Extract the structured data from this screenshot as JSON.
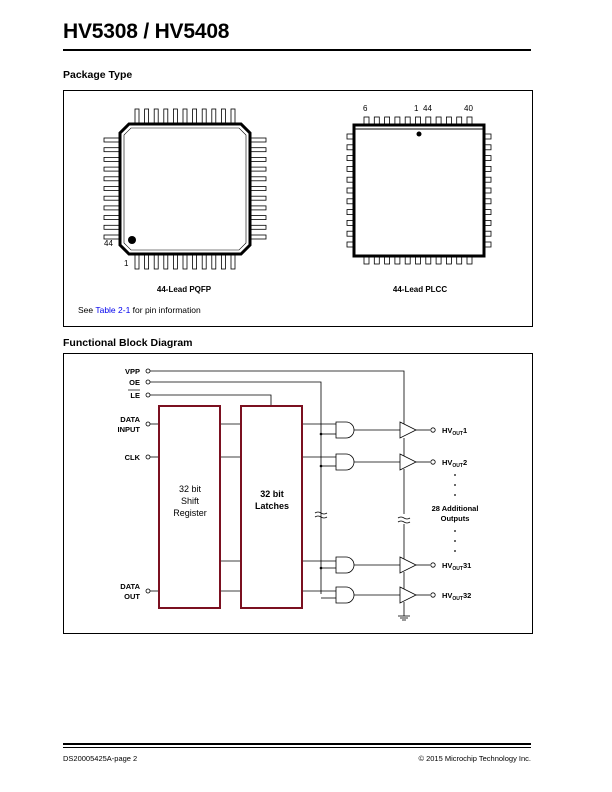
{
  "header": {
    "title": "HV5308 / HV5408"
  },
  "package_type": {
    "heading": "Package Type",
    "pqfp": {
      "caption": "44-Lead PQFP",
      "pin_44_label": "44",
      "pin_1_label": "1"
    },
    "plcc": {
      "caption": "44-Lead PLCC",
      "pin_labels": [
        "6",
        "1",
        "44",
        "40"
      ]
    },
    "note": {
      "prefix": "See ",
      "link": "Table 2-1",
      "suffix": " for pin information"
    }
  },
  "block_diagram": {
    "heading": "Functional Block Diagram",
    "inputs": {
      "vpp": "VPP",
      "oe": "OE",
      "le": "LE",
      "data_input_1": "DATA",
      "data_input_2": "INPUT",
      "clk": "CLK",
      "data_out_1": "DATA",
      "data_out_2": "OUT"
    },
    "shift_register": [
      "32 bit",
      "Shift",
      "Register"
    ],
    "latches": [
      "32 bit",
      "Latches"
    ],
    "outputs": {
      "hv_prefix": "HV",
      "hv_sub": "OUT",
      "n1": "1",
      "n2": "2",
      "n31": "31",
      "n32": "32"
    },
    "additional": [
      "28 Additional",
      "Outputs"
    ]
  },
  "footer": {
    "left": "DS20005425A-page 2",
    "right": "© 2015 Microchip Technology Inc."
  }
}
